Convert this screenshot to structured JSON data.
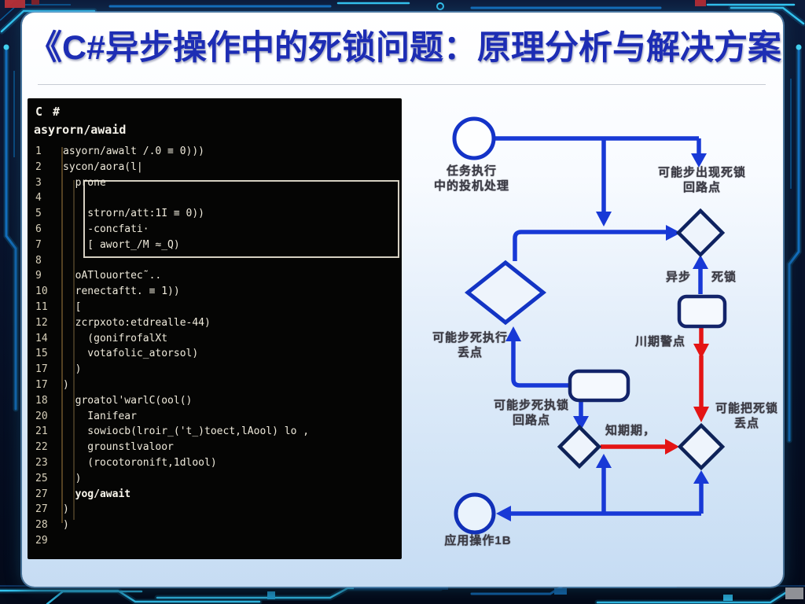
{
  "slide": {
    "title": "《C#异步操作中的死锁问题：原理分析与解决方案"
  },
  "code_panel": {
    "lang_header": "C #",
    "subheader": "asyrorn/awaid",
    "lines": [
      {
        "n": "1",
        "t": "asyorn/awalt /.0 ≡ 0)))"
      },
      {
        "n": "2",
        "t": "sycon/aora(l|"
      },
      {
        "n": "3",
        "t": "  prone"
      },
      {
        "n": "4",
        "t": ""
      },
      {
        "n": "5",
        "t": "    strorn/att:1I ≡ 0))"
      },
      {
        "n": "6",
        "t": "    -concfati·"
      },
      {
        "n": "7",
        "t": "    [ awort_/M ≈_Q)"
      },
      {
        "n": "8",
        "t": ""
      },
      {
        "n": "9",
        "t": "  oATlouortec˜.."
      },
      {
        "n": "10",
        "t": "  renectaftt. ≡ 1))"
      },
      {
        "n": "11",
        "t": "  ["
      },
      {
        "n": "12",
        "t": "  zcrpxoto:etdrealle-44)"
      },
      {
        "n": "14",
        "t": "    (gonifrofalXt"
      },
      {
        "n": "15",
        "t": "    votafolic_atorsol)"
      },
      {
        "n": "17",
        "t": "  )"
      },
      {
        "n": "17",
        "t": ")"
      },
      {
        "n": "18",
        "t": "  groatol'warlC(ool()"
      },
      {
        "n": "20",
        "t": "    Ianifear"
      },
      {
        "n": "21",
        "t": "    sowiocb(lroir_('t_)toect,lAool) lo ,"
      },
      {
        "n": "22",
        "t": "    grounstlvaloor"
      },
      {
        "n": "23",
        "t": "    (rocotoronift,1dlool)"
      },
      {
        "n": "25",
        "t": "  )"
      },
      {
        "n": "27",
        "t": "  yog/await",
        "b": true
      },
      {
        "n": "27",
        "t": ")"
      },
      {
        "n": "28",
        "t": ")"
      },
      {
        "n": "29",
        "t": ""
      }
    ]
  },
  "flowchart": {
    "labels": {
      "start_line1": "任务执行",
      "start_line2": "中的投机处理",
      "topright_line1": "可能步出现死锁",
      "topright_line2": "回路点",
      "async_left": "异步",
      "async_right": "死锁",
      "leftdiamond_line1": "可能步死执行",
      "leftdiamond_line2": "丢点",
      "centerrect_line1": "可能步死执锁",
      "centerrect_line2": "回路点",
      "redline_label": "川期警点",
      "bottomright_line1": "可能把死锁",
      "bottomright_line2": "丢点",
      "redarrow_label": "知期期，",
      "end_label": "应用操作1B"
    },
    "colors": {
      "blue": "#1839d6",
      "navy": "#0e2260",
      "red": "#e41414"
    }
  }
}
